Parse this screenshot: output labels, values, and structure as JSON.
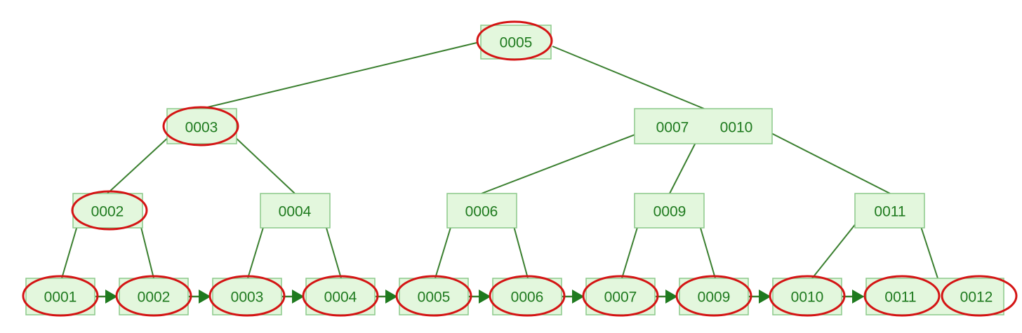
{
  "tree": {
    "root": {
      "keys": [
        "0005"
      ]
    },
    "level1": [
      {
        "keys": [
          "0003"
        ]
      },
      {
        "keys": [
          "0007",
          "0010"
        ]
      }
    ],
    "level2": [
      {
        "keys": [
          "0002"
        ]
      },
      {
        "keys": [
          "0004"
        ]
      },
      {
        "keys": [
          "0006"
        ]
      },
      {
        "keys": [
          "0009"
        ]
      },
      {
        "keys": [
          "0011"
        ]
      }
    ],
    "leaves": [
      {
        "keys": [
          "0001"
        ]
      },
      {
        "keys": [
          "0002"
        ]
      },
      {
        "keys": [
          "0003"
        ]
      },
      {
        "keys": [
          "0004"
        ]
      },
      {
        "keys": [
          "0005"
        ]
      },
      {
        "keys": [
          "0006"
        ]
      },
      {
        "keys": [
          "0007"
        ]
      },
      {
        "keys": [
          "0009"
        ]
      },
      {
        "keys": [
          "0010"
        ]
      },
      {
        "keys": [
          "0011",
          "0012"
        ]
      }
    ]
  },
  "colors": {
    "node_fill": "#e3f7dd",
    "node_border": "#8bc88a",
    "key_text": "#1e7a1e",
    "edge": "#3a7f2f",
    "highlight": "#d41414"
  }
}
